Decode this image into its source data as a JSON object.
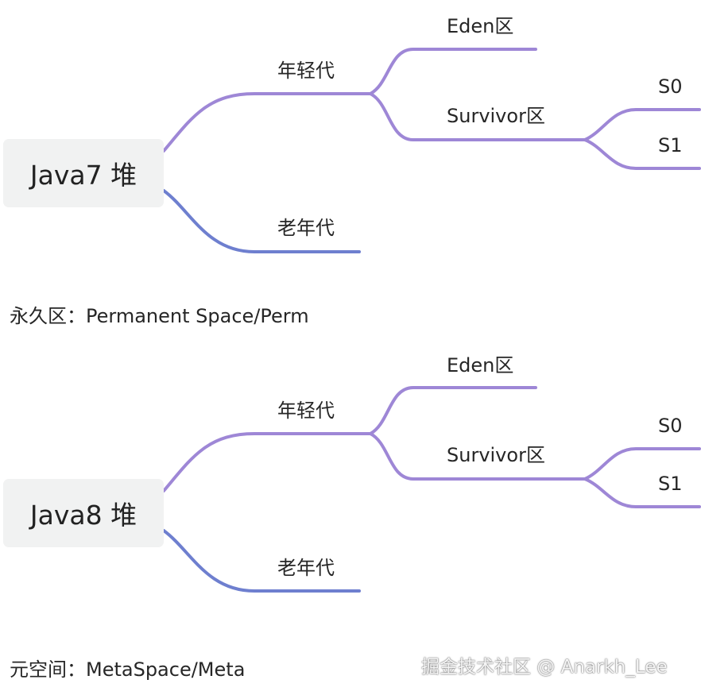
{
  "colors": {
    "purple_branch": "#9e87d6",
    "blue_branch": "#6e7fcf",
    "root_background": "#f1f2f2",
    "text": "#262626"
  },
  "diagrams": [
    {
      "root": "Java7 堆",
      "young": "年轻代",
      "eden": "Eden区",
      "survivor": "Survivor区",
      "s0": "S0",
      "s1": "S1",
      "old": "老年代",
      "note": "永久区：Permanent Space/Perm"
    },
    {
      "root": "Java8 堆",
      "young": "年轻代",
      "eden": "Eden区",
      "survivor": "Survivor区",
      "s0": "S0",
      "s1": "S1",
      "old": "老年代",
      "note": "元空间：MetaSpace/Meta"
    }
  ],
  "watermark": "掘金技术社区 @ Anarkh_Lee"
}
